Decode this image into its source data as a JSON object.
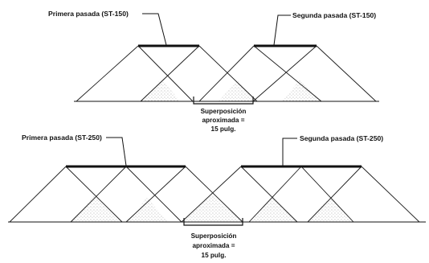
{
  "top_diagram": {
    "first_pass_label": "Primera pasada (ST-150)",
    "second_pass_label": "Segunda pasada (ST-150)",
    "overlap_note": {
      "line1": "Superposición",
      "line2": "aproximada =",
      "line3": "15 pulg."
    }
  },
  "bottom_diagram": {
    "first_pass_label": "Primera pasada (ST-250)",
    "second_pass_label": "Segunda pasada (ST-250)",
    "overlap_note": {
      "line1": "Superposición",
      "line2": "aproximada =",
      "line3": "15 pulg."
    }
  },
  "colors": {
    "ink": "#111111",
    "background": "#ffffff",
    "stipple": "#9a9a9a"
  }
}
